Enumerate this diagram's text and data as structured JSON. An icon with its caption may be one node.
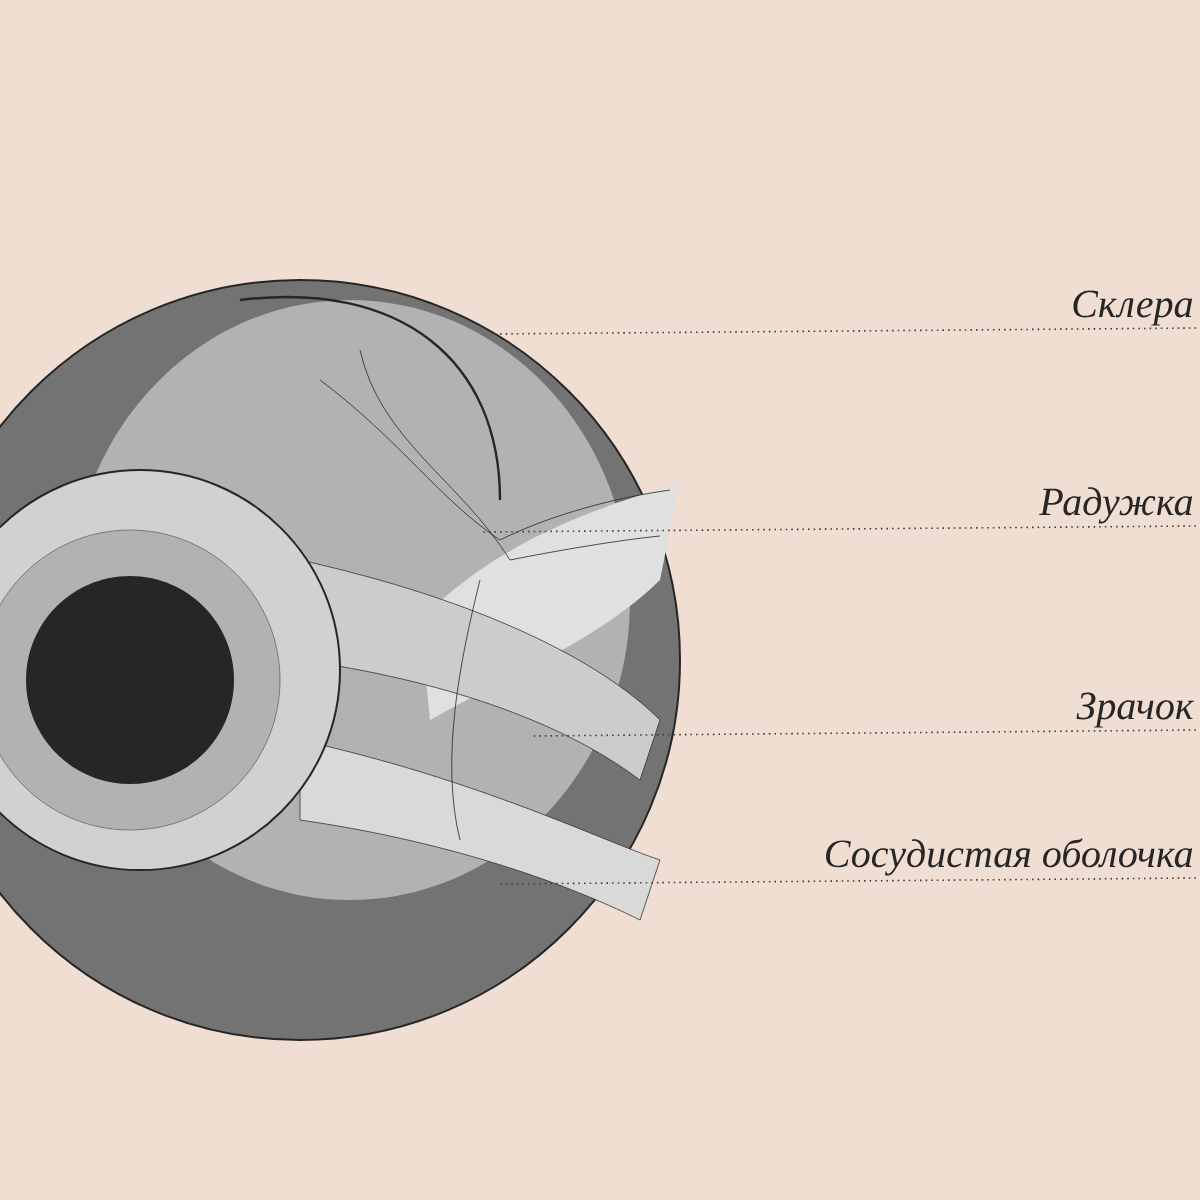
{
  "diagram": {
    "nodes": [
      {
        "text": [
          "Склера"
        ]
      },
      {
        "text": [
          "Радужка"
        ]
      },
      {
        "text": [
          "Зрачок"
        ]
      },
      {
        "text": [
          "Сосудистая оболочка"
        ]
      }
    ],
    "edges": [
      {
        "from": 0,
        "to": null,
        "arrow": "none"
      },
      {
        "from": 1,
        "to": null,
        "arrow": "none"
      },
      {
        "from": 2,
        "to": null,
        "arrow": "none"
      },
      {
        "from": 3,
        "to": null,
        "arrow": "none"
      }
    ]
  }
}
